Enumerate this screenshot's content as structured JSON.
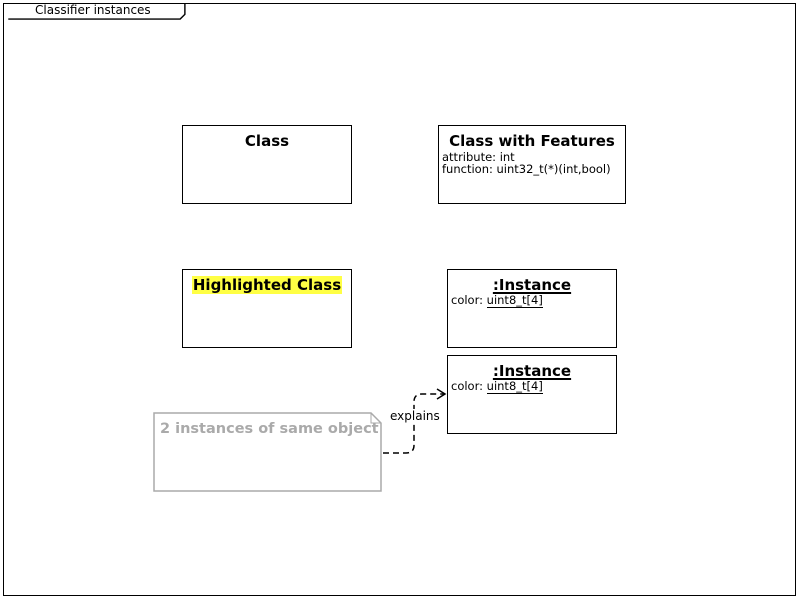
{
  "frame": {
    "title": "Classifier instances"
  },
  "classes": {
    "plain": {
      "title": "Class"
    },
    "features": {
      "title": "Class with Features",
      "attribute": "attribute: int",
      "function": "function: uint32_t(*)(int,bool)"
    },
    "highlighted": {
      "title": "Highlighted Class",
      "highlight_color": "#ffff44"
    }
  },
  "instances": [
    {
      "name": ":Instance",
      "attr_prefix": "color: ",
      "attr_type": "uint8_t[4]"
    },
    {
      "name": ":Instance",
      "attr_prefix": "color: ",
      "attr_type": "uint8_t[4]"
    }
  ],
  "note": {
    "text": "2 instances of same object",
    "color": "#aaaaaa"
  },
  "connector": {
    "label": "explains",
    "style": "dashed"
  }
}
